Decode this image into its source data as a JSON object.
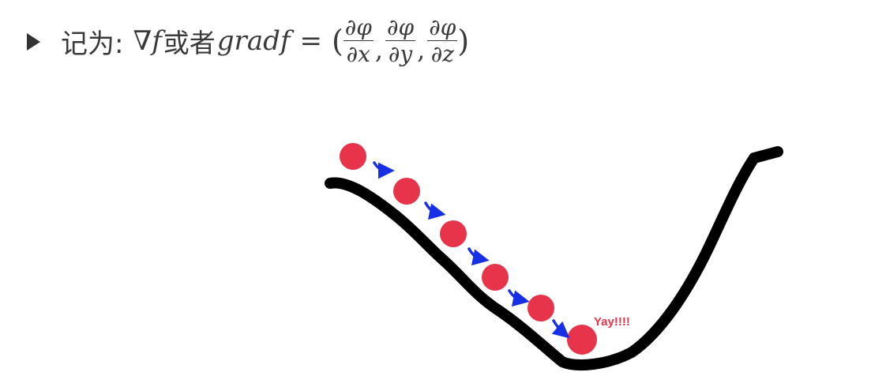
{
  "header": {
    "lead_text": "记为:",
    "nabla_f": "∇f",
    "or_text": "或者",
    "grad_f": "gradf",
    "equals": "=",
    "open_paren": "(",
    "close_paren": ")",
    "comma": ",",
    "fractions": [
      {
        "numerator": "∂φ",
        "denominator": "∂x"
      },
      {
        "numerator": "∂φ",
        "denominator": "∂y"
      },
      {
        "numerator": "∂φ",
        "denominator": "∂z"
      }
    ]
  },
  "diagram": {
    "annotation": "Yay!!!!",
    "colors": {
      "curve": "#000000",
      "ball": "#e8344a",
      "arrow": "#1730e6",
      "annotation": "#e8344a"
    }
  }
}
